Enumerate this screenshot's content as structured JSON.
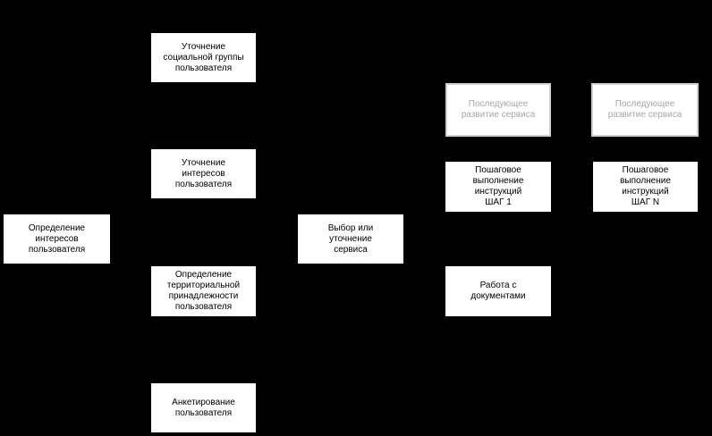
{
  "nodes": {
    "start": "Определение\nинтересов\nпользователя",
    "social": "Уточнение\nсоциальной группы\nпользователя",
    "interests": "Уточнение\nинтересов\nпользователя",
    "territory": "Определение\nтерриториальной\nпринадлежности\nпользователя",
    "survey": "Анкетирование\nпользователя",
    "service": "Выбор или\nуточнение\nсервиса",
    "next1": "Последующее\nразвитие сервиса",
    "next2": "Последующее\nразвитие сервиса",
    "step1": "Пошаговое\nвыполнение\nинструкций\nШАГ 1",
    "stepN": "Пошаговое\nвыполнение\nинструкций\nШАГ N",
    "docs": "Работа с\nдокументами"
  },
  "colors": {
    "background": "#000000",
    "box": "#ffffff",
    "muted_text": "#a6a6a6",
    "muted_border": "#d0d0d0"
  }
}
